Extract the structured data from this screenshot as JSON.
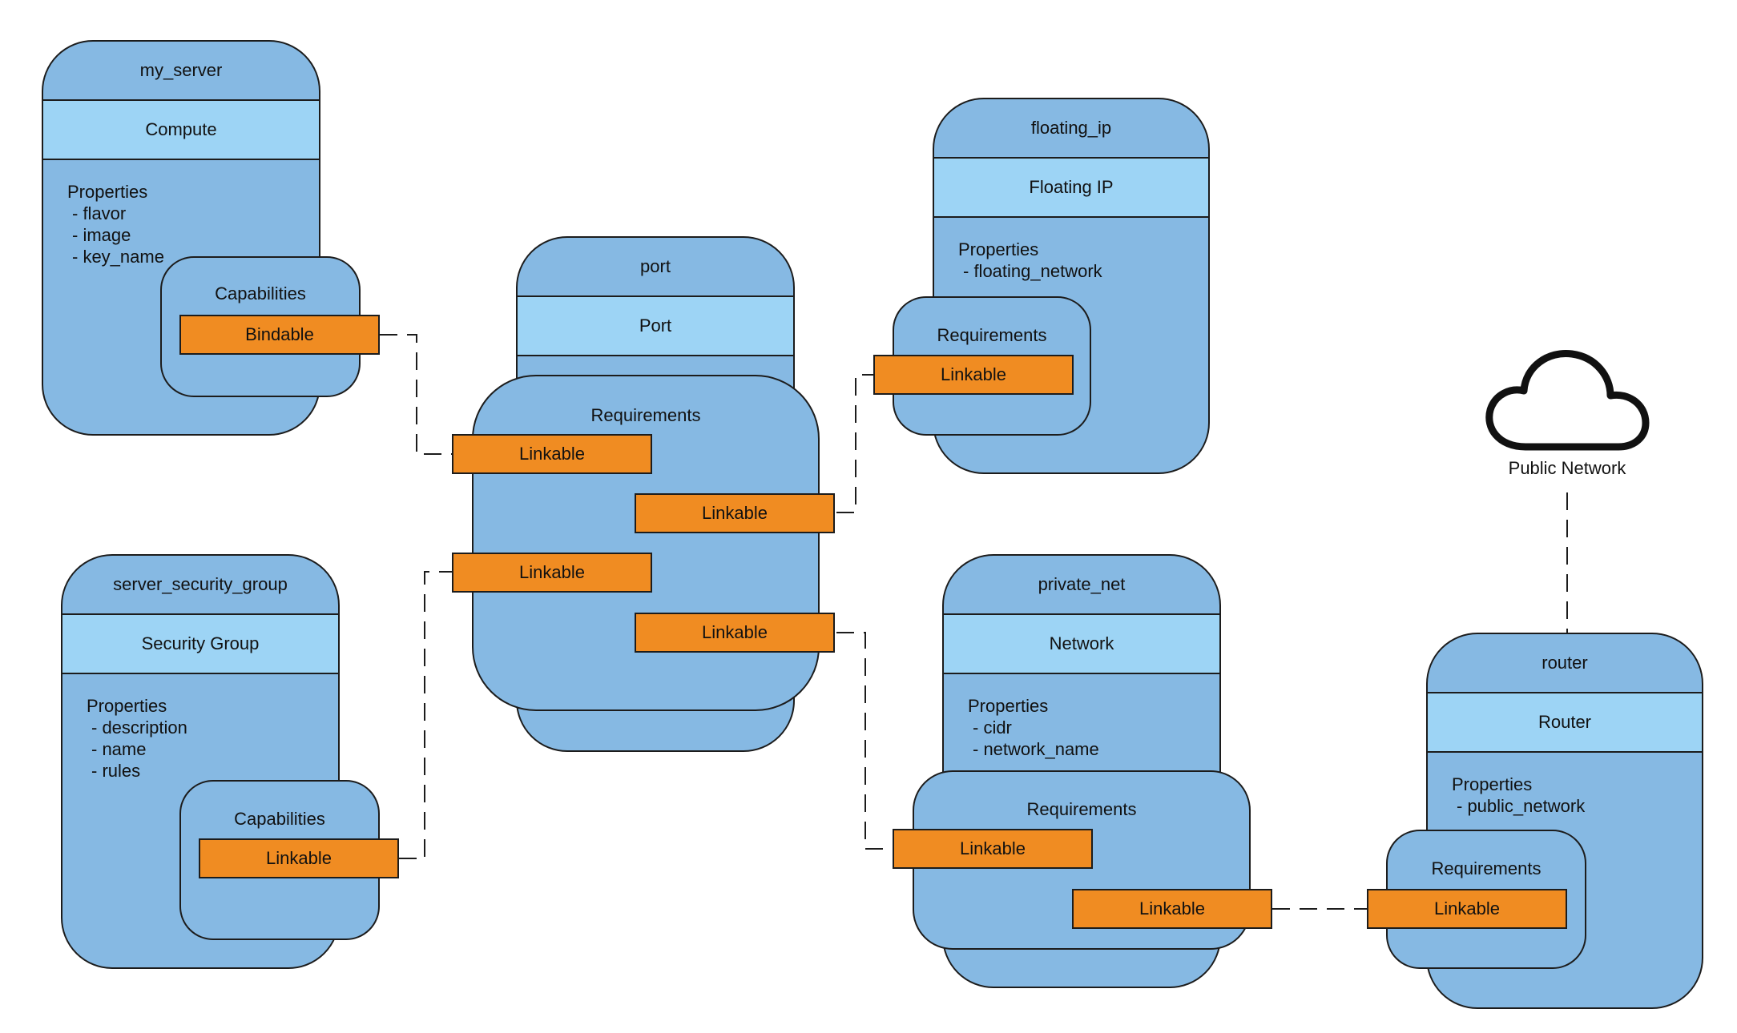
{
  "my_server": {
    "name": "my_server",
    "type": "Compute",
    "properties_title": "Properties",
    "properties": [
      "- flavor",
      "- image",
      "- key_name"
    ],
    "capabilities_label": "Capabilities",
    "capability": "Bindable"
  },
  "server_security_group": {
    "name": "server_security_group",
    "type": "Security Group",
    "properties_title": "Properties",
    "properties": [
      "- description",
      "- name",
      "- rules"
    ],
    "capabilities_label": "Capabilities",
    "capability": "Linkable"
  },
  "port": {
    "name": "port",
    "type": "Port",
    "requirements_label": "Requirements",
    "requirements": [
      "Linkable",
      "Linkable",
      "Linkable",
      "Linkable"
    ]
  },
  "floating_ip": {
    "name": "floating_ip",
    "type": "Floating IP",
    "properties_title": "Properties",
    "properties": [
      "- floating_network"
    ],
    "requirements_label": "Requirements",
    "requirement": "Linkable"
  },
  "private_net": {
    "name": "private_net",
    "type": "Network",
    "properties_title": "Properties",
    "properties": [
      "- cidr",
      "- network_name"
    ],
    "requirements_label": "Requirements",
    "requirements": [
      "Linkable",
      "Linkable"
    ]
  },
  "router": {
    "name": "router",
    "type": "Router",
    "properties_title": "Properties",
    "properties": [
      "- public_network"
    ],
    "requirements_label": "Requirements",
    "requirement": "Linkable"
  },
  "cloud": {
    "label": "Public Network",
    "icon": "cloud-icon"
  },
  "colors": {
    "node_fill": "#86b9e3",
    "type_band": "#9dd4f5",
    "linkable_tag": "#f08c22",
    "stroke": "#1c1c1c"
  }
}
